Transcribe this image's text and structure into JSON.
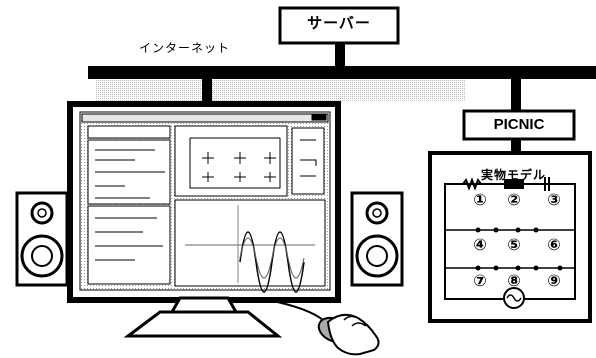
{
  "labels": {
    "server": "サーバー",
    "internet": "インターネット",
    "picnic": "PICNIC",
    "model_title": "実物モデル"
  },
  "nodes": [
    "①",
    "②",
    "③",
    "④",
    "⑤",
    "⑥",
    "⑦",
    "⑧",
    "⑨"
  ],
  "colors": {
    "line": "#000000",
    "screen_fill": "#f2f2f2",
    "cloud": "#cfcfcf"
  }
}
